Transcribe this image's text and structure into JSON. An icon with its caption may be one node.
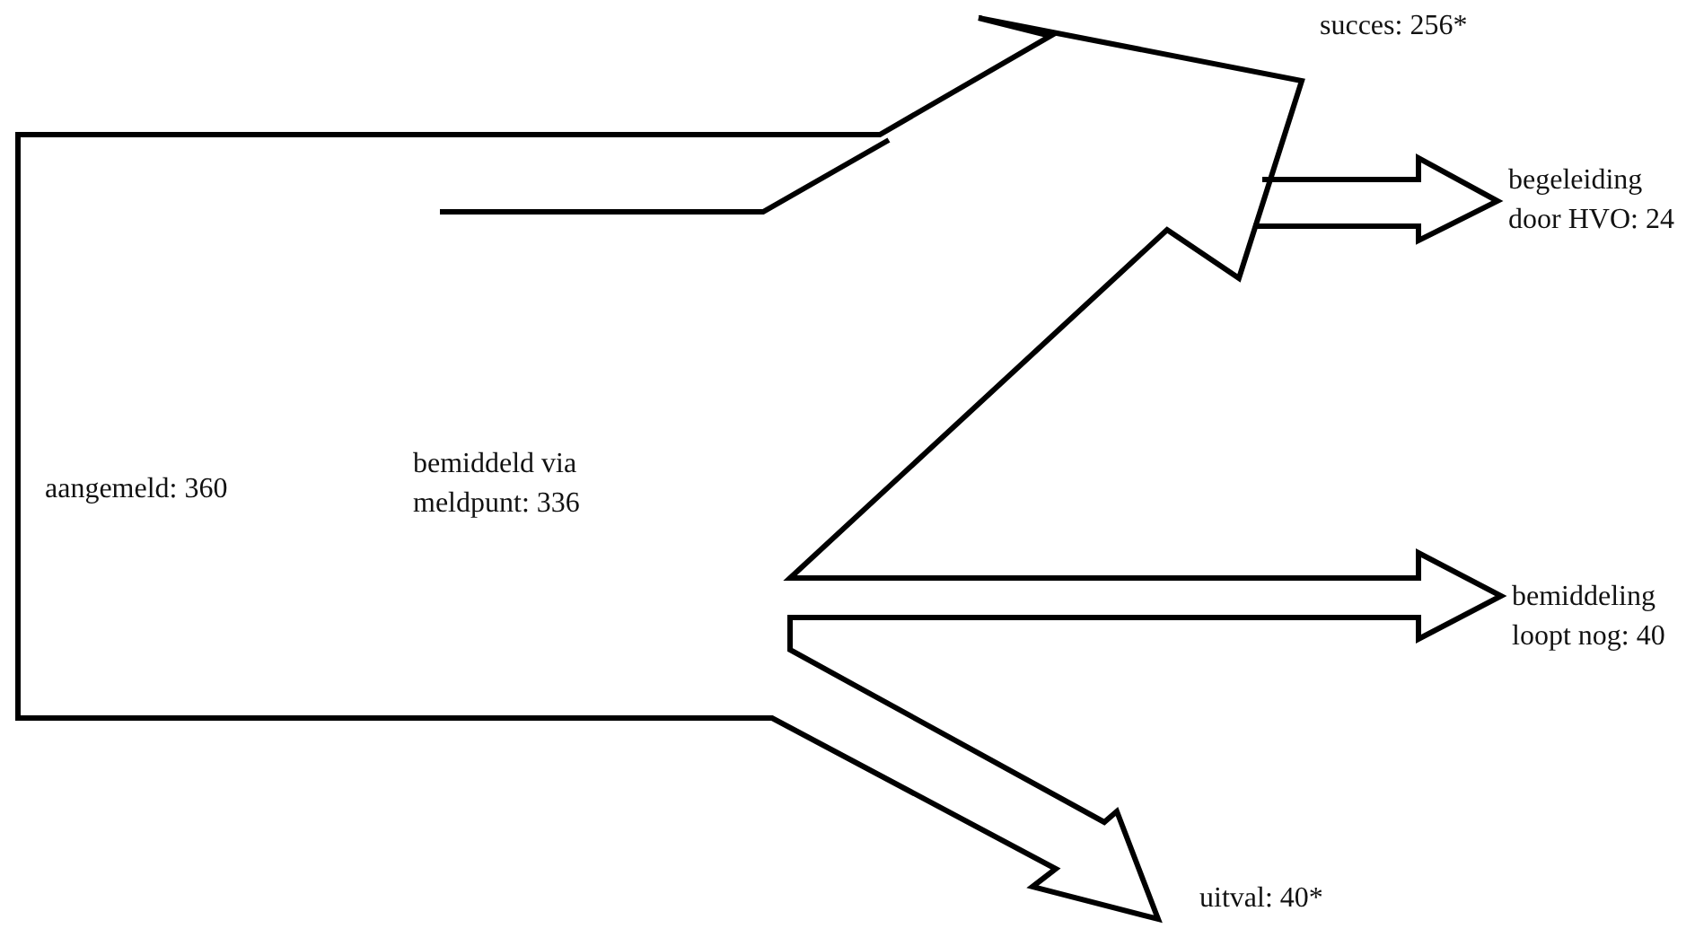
{
  "diagram": {
    "labels": [
      "succes: 256*",
      "begeleiding door HVO: 24",
      "aangemeld: 360",
      "bemiddeld via meldpunt: 336",
      "bemiddeling loopt nog: 40",
      "uitval: 40*"
    ]
  }
}
